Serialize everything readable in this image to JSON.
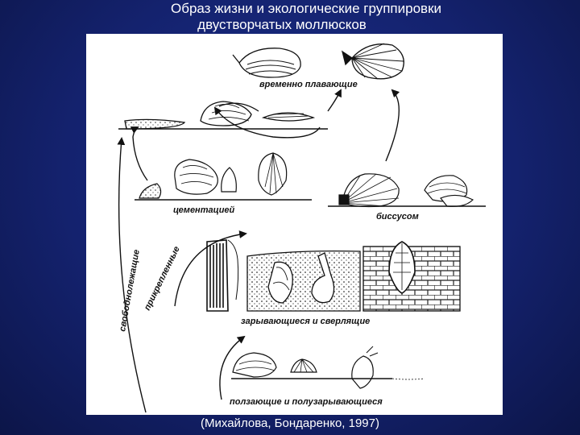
{
  "slide": {
    "title_line1": "Образ жизни и экологические группировки",
    "title_line2": "двустворчатых моллюсков",
    "citation": "(Михайлова, Бондаренко, 1997)"
  },
  "diagram": {
    "labels": {
      "temporarily_swimming": "временно плавающие",
      "cementation": "цементацией",
      "byssus": "биссусом",
      "burrowing_boring": "зарывающиеся и сверлящие",
      "crawling_semi_burrowing": "ползающие и полузарывающиеся",
      "free_living": "свободнолежащие",
      "attached": "прикрепленные"
    }
  }
}
